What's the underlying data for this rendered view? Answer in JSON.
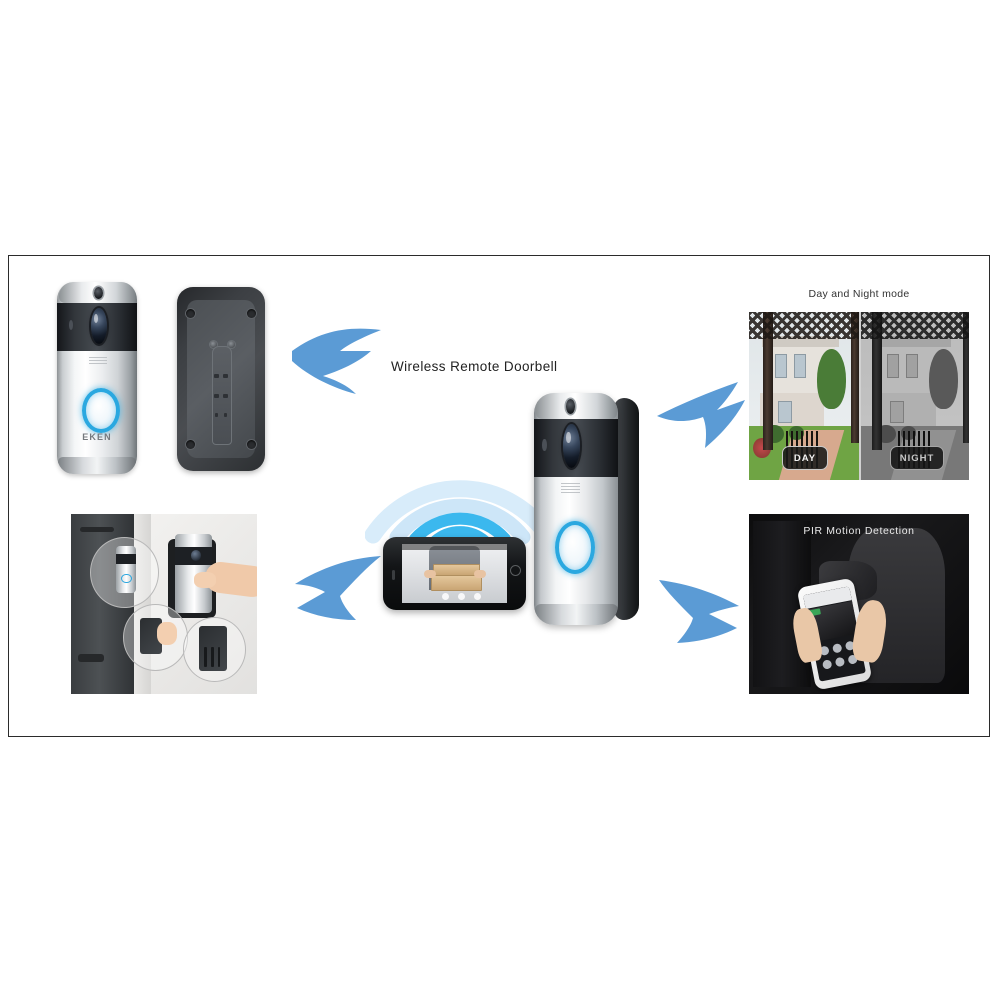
{
  "image": {
    "type": "product-infographic",
    "subject": "EKEN wireless video doorbell",
    "background_color": "#ffffff",
    "frame_border_color": "#2b2b2b"
  },
  "brand": {
    "name": "EKEN"
  },
  "captions": {
    "main": "Wireless Remote Doorbell"
  },
  "panels": {
    "day_night": {
      "title": "Day and Night mode",
      "left_badge": "DAY",
      "right_badge": "NIGHT"
    },
    "pir": {
      "title": "PIR Motion Detection"
    },
    "installation": {
      "title": ""
    }
  },
  "colors": {
    "arrow_blue": "#5b9bd5",
    "wifi_blue": "#3bb8ee",
    "wifi_blue_pale": "#cfe9f8",
    "ring_blue": "#2aa8e0",
    "doorbell_silver": "#e8eaec",
    "plate_dark": "#3c3f43"
  },
  "arrows": [
    {
      "name": "arrow-to-doorbell-front",
      "direction": "left"
    },
    {
      "name": "arrow-to-day-night",
      "direction": "up-right"
    },
    {
      "name": "arrow-to-pir",
      "direction": "down-right"
    },
    {
      "name": "arrow-to-installation",
      "direction": "down-left"
    }
  ],
  "devices": {
    "front_view": {
      "name": "doorbell-front-view",
      "button": "blue-ring"
    },
    "back_plate": {
      "name": "doorbell-back-plate"
    },
    "angled_view": {
      "name": "doorbell-angled-view"
    },
    "phone": {
      "name": "smartphone-live-view",
      "orientation": "landscape"
    }
  },
  "wifi": {
    "arcs": 3,
    "label": "wifi-signal"
  }
}
